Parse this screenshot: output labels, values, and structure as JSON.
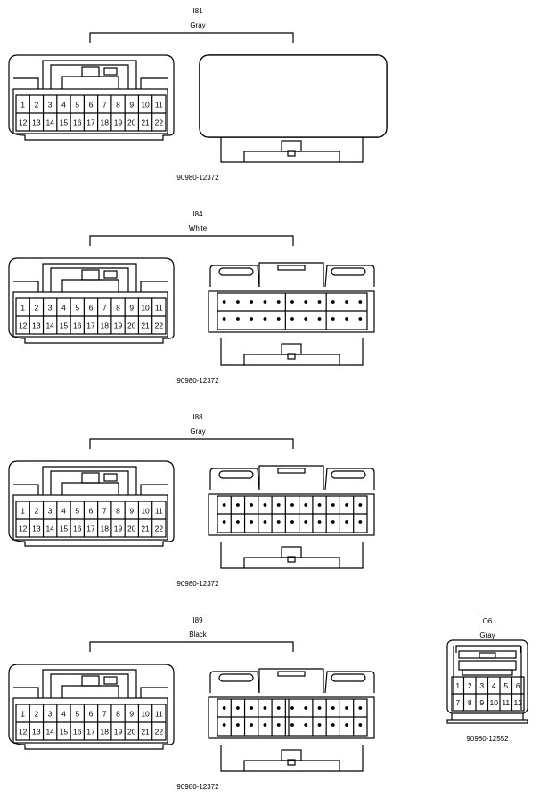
{
  "connectors": [
    {
      "id": "I81",
      "color": "Gray",
      "part_number": "90980-12372"
    },
    {
      "id": "I84",
      "color": "White",
      "part_number": "90980-12372"
    },
    {
      "id": "I88",
      "color": "Gray",
      "part_number": "90980-12372"
    },
    {
      "id": "I89",
      "color": "Black",
      "part_number": "90980-12372"
    }
  ],
  "small_connector": {
    "id": "O6",
    "color": "Gray",
    "part_number": "90980-12552"
  },
  "pin_labels": {
    "row1": [
      "1",
      "2",
      "3",
      "4",
      "5",
      "6",
      "7",
      "8",
      "9",
      "10",
      "11"
    ],
    "row2": [
      "12",
      "13",
      "14",
      "15",
      "16",
      "17",
      "18",
      "19",
      "20",
      "21",
      "22"
    ],
    "small_row1": [
      "1",
      "2",
      "3",
      "4",
      "5",
      "6"
    ],
    "small_row2": [
      "7",
      "8",
      "9",
      "10",
      "11",
      "12"
    ]
  }
}
